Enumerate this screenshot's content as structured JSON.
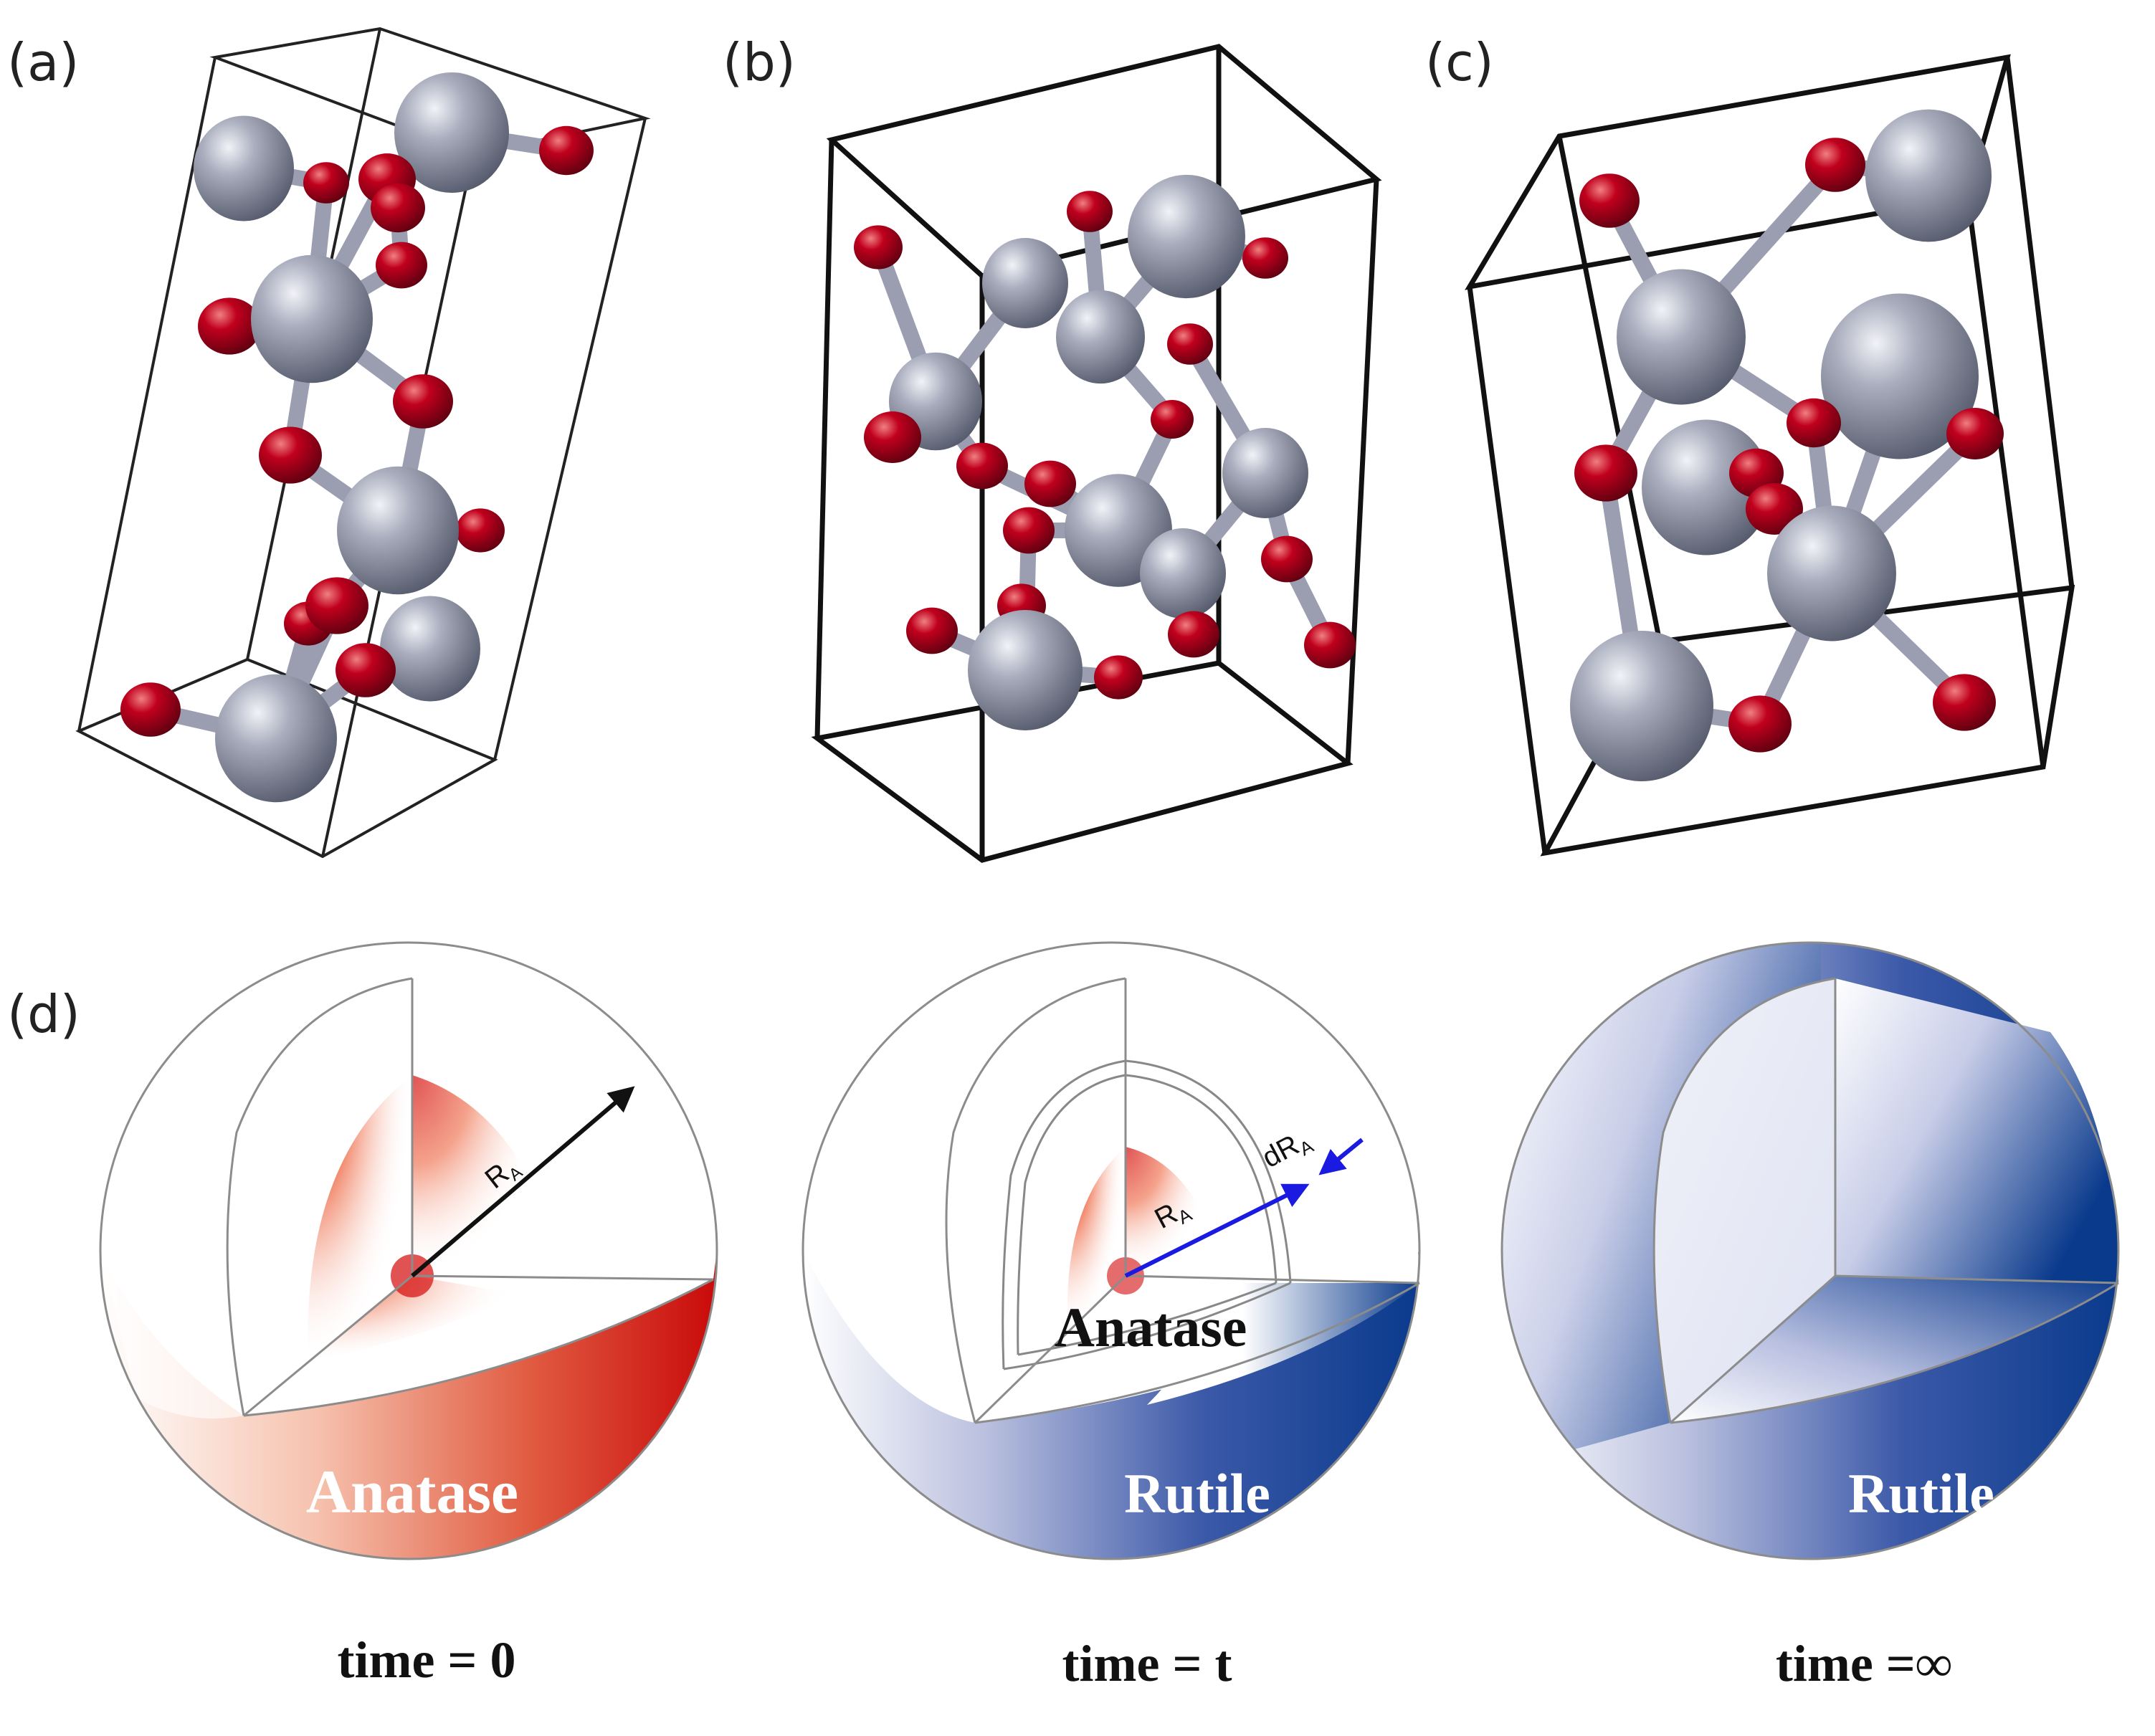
{
  "panels": {
    "a": "(a)",
    "b": "(b)",
    "c": "(c)",
    "d": "(d)"
  },
  "colors": {
    "titanium": "#8a8fa0",
    "oxygen": "#b0001c",
    "anatase": "#cc0a0a",
    "rutile": "#0a3a8c",
    "frame": "#111111"
  },
  "schematic": {
    "sphere1": {
      "outer_label": "Anatase",
      "radius_symbol": "R",
      "radius_subscript": "A",
      "time": "time = 0"
    },
    "sphere2": {
      "outer_label": "Rutile",
      "inner_label": "Anatase",
      "radius_symbol": "R",
      "radius_subscript": "A",
      "shell_symbol": "dR",
      "shell_subscript": "A",
      "time": "time = t"
    },
    "sphere3": {
      "outer_label": "Rutile",
      "time": "time =∞"
    }
  }
}
